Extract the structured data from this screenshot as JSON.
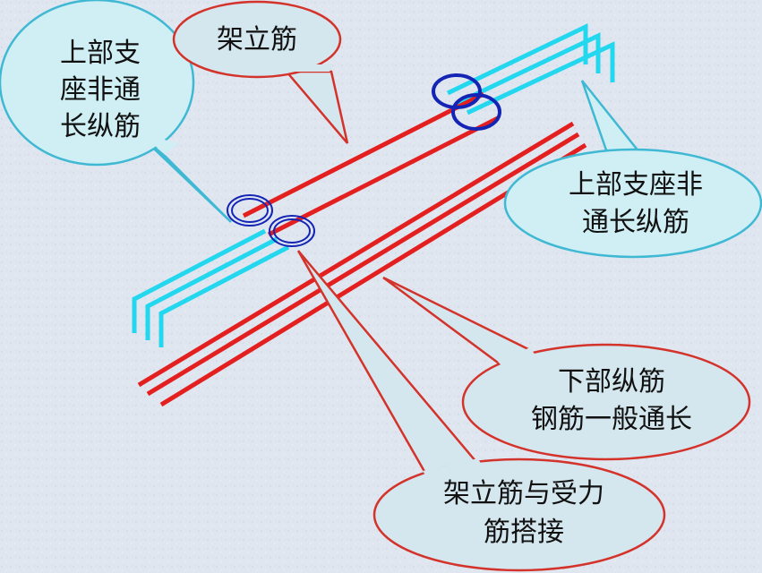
{
  "callouts": {
    "top_left": [
      "上部支",
      "座非通",
      "长纵筋"
    ],
    "erect": [
      "架立筋"
    ],
    "right": [
      "上部支座非",
      "通长纵筋"
    ],
    "bottom_long": [
      "下部纵筋",
      "钢筋一般通长"
    ],
    "lap": [
      "架立筋与受力",
      "筋搭接"
    ]
  },
  "colors": {
    "background_texture": "#dfe6f0",
    "cyan_bar": "#22d7ee",
    "red_bar": "#e3201f",
    "lap_ring": "#1424b4",
    "blue_bubble_fill": "#cfeff4",
    "blue_bubble_stroke": "#3fb9d3",
    "red_bubble_fill": "#d4e6ee",
    "red_bubble_stroke": "#d3332a"
  }
}
